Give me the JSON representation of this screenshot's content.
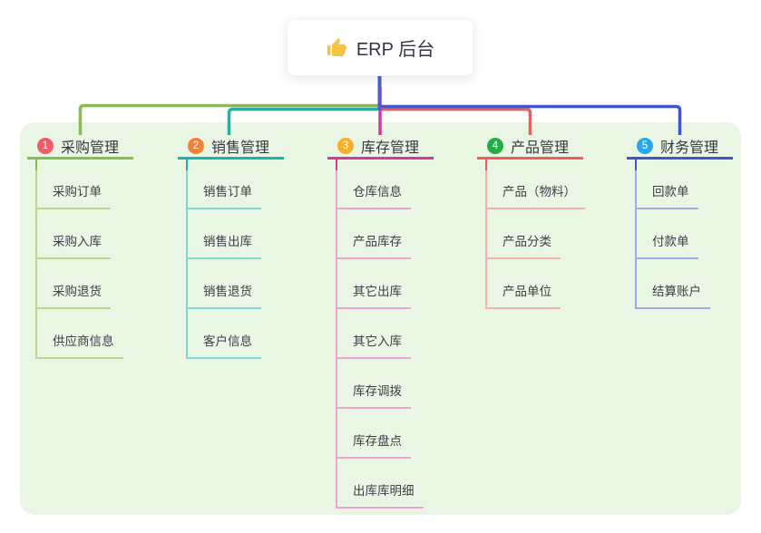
{
  "root": {
    "title": "ERP 后台",
    "icon": "thumbs-up-icon",
    "icon_color": "#f6c445",
    "trunk_color": "#4d5bd3"
  },
  "canvas": {
    "panel_bg": "#e9f6e3",
    "page_bg": "#ffffff"
  },
  "branches": [
    {
      "number": "1",
      "label": "采购管理",
      "color": "#85bf4b",
      "light_color": "#b7dc90",
      "badge_color": "#f25c66",
      "children": [
        "采购订单",
        "采购入库",
        "采购退货",
        "供应商信息"
      ]
    },
    {
      "number": "2",
      "label": "销售管理",
      "color": "#17b5ab",
      "light_color": "#85d8d1",
      "badge_color": "#f08137",
      "children": [
        "销售订单",
        "销售出库",
        "销售退货",
        "客户信息"
      ]
    },
    {
      "number": "3",
      "label": "库存管理",
      "color": "#d23a9f",
      "light_color": "#efa2d2",
      "badge_color": "#f5af28",
      "children": [
        "仓库信息",
        "产品库存",
        "其它出库",
        "其它入库",
        "库存调拨",
        "库存盘点",
        "出库库明细"
      ]
    },
    {
      "number": "4",
      "label": "产品管理",
      "color": "#f25b5b",
      "light_color": "#f8b0aa",
      "badge_color": "#27ab47",
      "children": [
        "产品（物料）",
        "产品分类",
        "产品单位"
      ]
    },
    {
      "number": "5",
      "label": "财务管理",
      "color": "#4156c8",
      "light_color": "#9cade5",
      "badge_color": "#29a8e9",
      "children": [
        "回款单",
        "付款单",
        "结算账户"
      ]
    }
  ]
}
